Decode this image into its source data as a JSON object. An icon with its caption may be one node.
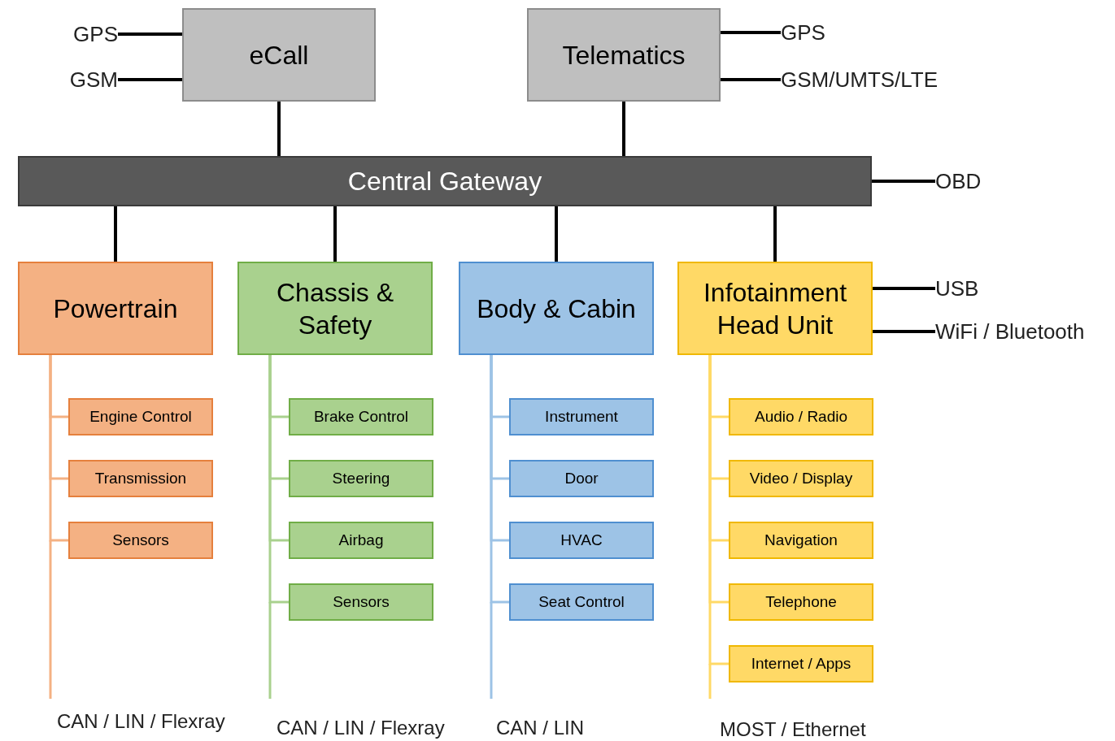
{
  "diagram": {
    "nodes": [
      {
        "text": [
          "GPS"
        ]
      },
      {
        "text": [
          "GSM"
        ]
      },
      {
        "text": [
          "eCall"
        ]
      },
      {
        "text": [
          "Telematics"
        ]
      },
      {
        "text": [
          "GPS"
        ]
      },
      {
        "text": [
          "GSM/UMTS/LTE"
        ]
      },
      {
        "text": [
          "Central Gateway"
        ]
      },
      {
        "text": [
          "OBD"
        ]
      },
      {
        "text": [
          "Powertrain"
        ]
      },
      {
        "text": [
          "Chassis & Safety"
        ]
      },
      {
        "text": [
          "Body & Cabin"
        ]
      },
      {
        "text": [
          "Infotainment Head Unit"
        ]
      },
      {
        "text": [
          "USB"
        ]
      },
      {
        "text": [
          "WiFi / Bluetooth"
        ]
      },
      {
        "text": [
          "Engine Control"
        ]
      },
      {
        "text": [
          "Transmission"
        ]
      },
      {
        "text": [
          "Sensors"
        ]
      },
      {
        "text": [
          "Brake Control"
        ]
      },
      {
        "text": [
          "Steering"
        ]
      },
      {
        "text": [
          "Airbag"
        ]
      },
      {
        "text": [
          "Sensors"
        ]
      },
      {
        "text": [
          "Instrument"
        ]
      },
      {
        "text": [
          "Door"
        ]
      },
      {
        "text": [
          "HVAC"
        ]
      },
      {
        "text": [
          "Seat Control"
        ]
      },
      {
        "text": [
          "Audio / Radio"
        ]
      },
      {
        "text": [
          "Video / Display"
        ]
      },
      {
        "text": [
          "Navigation"
        ]
      },
      {
        "text": [
          "Telephone"
        ]
      },
      {
        "text": [
          "Internet / Apps"
        ]
      }
    ],
    "edges": [
      {
        "from": 0,
        "to": 2,
        "arrow": "none"
      },
      {
        "from": 1,
        "to": 2,
        "arrow": "none"
      },
      {
        "from": 3,
        "to": 4,
        "arrow": "none"
      },
      {
        "from": 3,
        "to": 5,
        "arrow": "none"
      },
      {
        "from": 2,
        "to": 6,
        "arrow": "none"
      },
      {
        "from": 3,
        "to": 6,
        "arrow": "none"
      },
      {
        "from": 6,
        "to": 7,
        "arrow": "none"
      },
      {
        "from": 6,
        "to": 8,
        "arrow": "none"
      },
      {
        "from": 6,
        "to": 9,
        "arrow": "none"
      },
      {
        "from": 6,
        "to": 10,
        "arrow": "none"
      },
      {
        "from": 6,
        "to": 11,
        "arrow": "none"
      },
      {
        "from": 11,
        "to": 12,
        "arrow": "none"
      },
      {
        "from": 11,
        "to": 13,
        "arrow": "none"
      },
      {
        "from": 8,
        "to": 14,
        "arrow": "none",
        "color": "#f4b183"
      },
      {
        "from": 8,
        "to": 15,
        "arrow": "none",
        "color": "#f4b183"
      },
      {
        "from": 8,
        "to": 16,
        "arrow": "none",
        "color": "#f4b183"
      },
      {
        "from": 9,
        "to": 17,
        "arrow": "none",
        "color": "#a9d18e"
      },
      {
        "from": 9,
        "to": 18,
        "arrow": "none",
        "color": "#a9d18e"
      },
      {
        "from": 9,
        "to": 19,
        "arrow": "none",
        "color": "#a9d18e"
      },
      {
        "from": 9,
        "to": 20,
        "arrow": "none",
        "color": "#a9d18e"
      },
      {
        "from": 10,
        "to": 21,
        "arrow": "none",
        "color": "#9dc3e6"
      },
      {
        "from": 10,
        "to": 22,
        "arrow": "none",
        "color": "#9dc3e6"
      },
      {
        "from": 10,
        "to": 23,
        "arrow": "none",
        "color": "#9dc3e6"
      },
      {
        "from": 10,
        "to": 24,
        "arrow": "none",
        "color": "#9dc3e6"
      },
      {
        "from": 11,
        "to": 25,
        "arrow": "none",
        "color": "#ffd966"
      },
      {
        "from": 11,
        "to": 26,
        "arrow": "none",
        "color": "#ffd966"
      },
      {
        "from": 11,
        "to": 27,
        "arrow": "none",
        "color": "#ffd966"
      },
      {
        "from": 11,
        "to": 28,
        "arrow": "none",
        "color": "#ffd966"
      },
      {
        "from": 11,
        "to": 29,
        "arrow": "none",
        "color": "#ffd966"
      }
    ],
    "labels": [
      "CAN / LIN / Flexray",
      "CAN / LIN / Flexray",
      "CAN / LIN",
      "MOST / Ethernet"
    ]
  }
}
